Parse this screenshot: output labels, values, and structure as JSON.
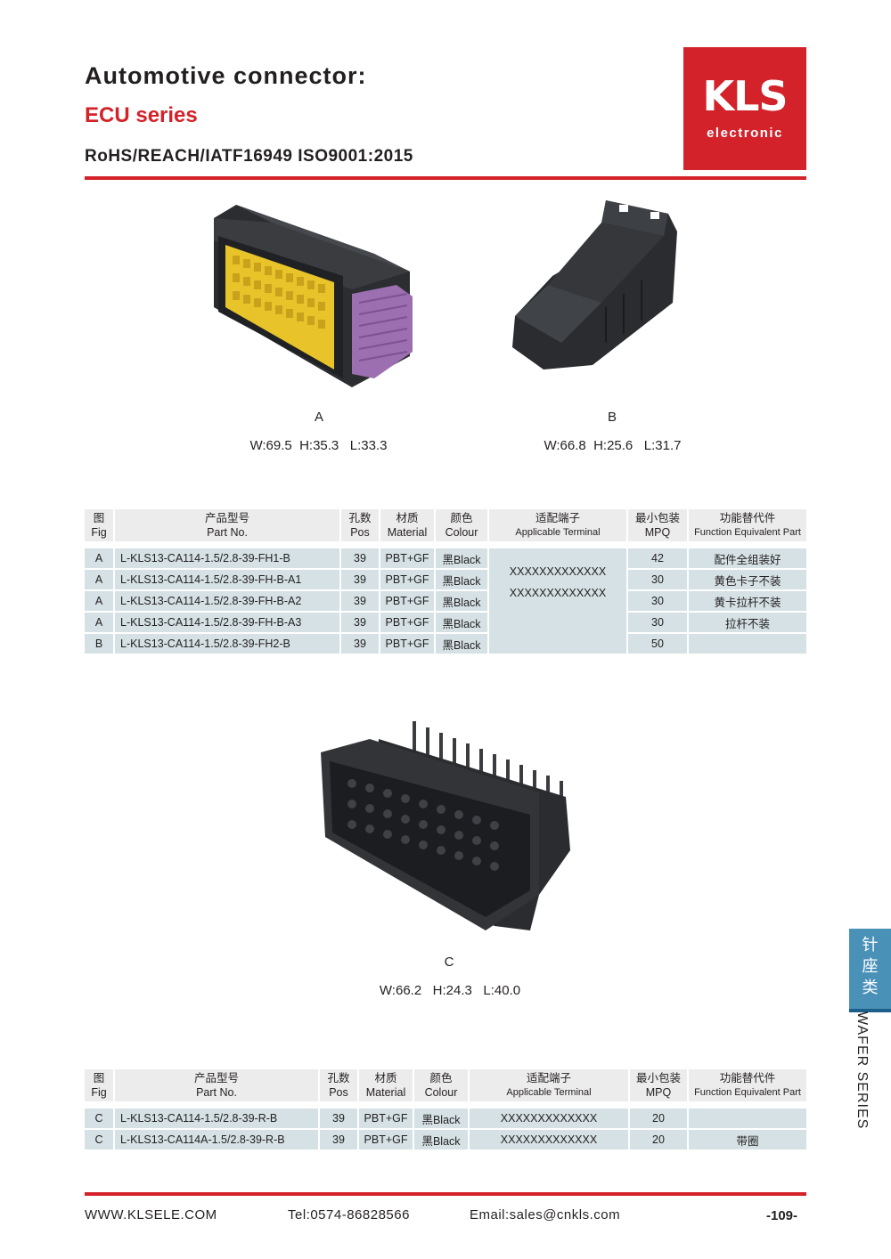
{
  "header": {
    "title": "Automotive connector:",
    "series": "ECU series",
    "certification": "RoHS/REACH/IATF16949 ISO9001:2015"
  },
  "logo": {
    "brand": "KLS",
    "sub": "electronic",
    "color": "#d32229"
  },
  "figures": [
    {
      "label": "A",
      "dims": "W:69.5  H:35.3   L:33.3",
      "image": "ecu-connector-female-purple-lever"
    },
    {
      "label": "B",
      "dims": "W:66.8  H:25.6   L:31.7",
      "image": "ecu-connector-cover"
    },
    {
      "label": "C",
      "dims": "W:66.2   H:24.3   L:40.0",
      "image": "ecu-connector-male-header"
    }
  ],
  "table_headers": {
    "fig_cn": "图",
    "fig_en": "Fig",
    "part_cn": "产品型号",
    "part_en": "Part No.",
    "pos_cn": "孔数",
    "pos_en": "Pos",
    "material_cn": "材质",
    "material_en": "Material",
    "colour_cn": "颜色",
    "colour_en": "Colour",
    "terminal_cn": "适配端子",
    "terminal_en": "Applicable Terminal",
    "mpq_cn": "最小包装",
    "mpq_en": "MPQ",
    "function_cn": "功能替代件",
    "function_en": "Function Equivalent Part"
  },
  "table1": {
    "rows": [
      {
        "fig": "A",
        "part": "L-KLS13-CA114-1.5/2.8-39-FH1-B",
        "pos": "39",
        "material": "PBT+GF",
        "colour": "黑Black",
        "mpq": "42",
        "function": "配件全组装好"
      },
      {
        "fig": "A",
        "part": "L-KLS13-CA114-1.5/2.8-39-FH-B-A1",
        "pos": "39",
        "material": "PBT+GF",
        "colour": "黑Black",
        "mpq": "30",
        "function": "黄色卡子不装"
      },
      {
        "fig": "A",
        "part": "L-KLS13-CA114-1.5/2.8-39-FH-B-A2",
        "pos": "39",
        "material": "PBT+GF",
        "colour": "黑Black",
        "mpq": "30",
        "function": "黄卡拉杆不装"
      },
      {
        "fig": "A",
        "part": "L-KLS13-CA114-1.5/2.8-39-FH-B-A3",
        "pos": "39",
        "material": "PBT+GF",
        "colour": "黑Black",
        "mpq": "30",
        "function": "拉杆不装"
      },
      {
        "fig": "B",
        "part": "L-KLS13-CA114-1.5/2.8-39-FH2-B",
        "pos": "39",
        "material": "PBT+GF",
        "colour": "黑Black",
        "mpq": "50",
        "function": ""
      }
    ],
    "terminals": [
      "XXXXXXXXXXXXX",
      "XXXXXXXXXXXXX"
    ]
  },
  "table2": {
    "rows": [
      {
        "fig": "C",
        "part": "L-KLS13-CA114-1.5/2.8-39-R-B",
        "pos": "39",
        "material": "PBT+GF",
        "colour": "黑Black",
        "terminal": "XXXXXXXXXXXXX",
        "mpq": "20",
        "function": ""
      },
      {
        "fig": "C",
        "part": "L-KLS13-CA114A-1.5/2.8-39-R-B",
        "pos": "39",
        "material": "PBT+GF",
        "colour": "黑Black",
        "terminal": "XXXXXXXXXXXXX",
        "mpq": "20",
        "function": "带圈"
      }
    ]
  },
  "side_tab": {
    "chars": [
      "针",
      "座",
      "类"
    ],
    "text": "WAFER SERIES",
    "color": "#4a91b8"
  },
  "footer": {
    "website": "WWW.KLSELE.COM",
    "tel": "Tel:0574-86828566",
    "email": "Email:sales@cnkls.com",
    "page": "-109-"
  }
}
